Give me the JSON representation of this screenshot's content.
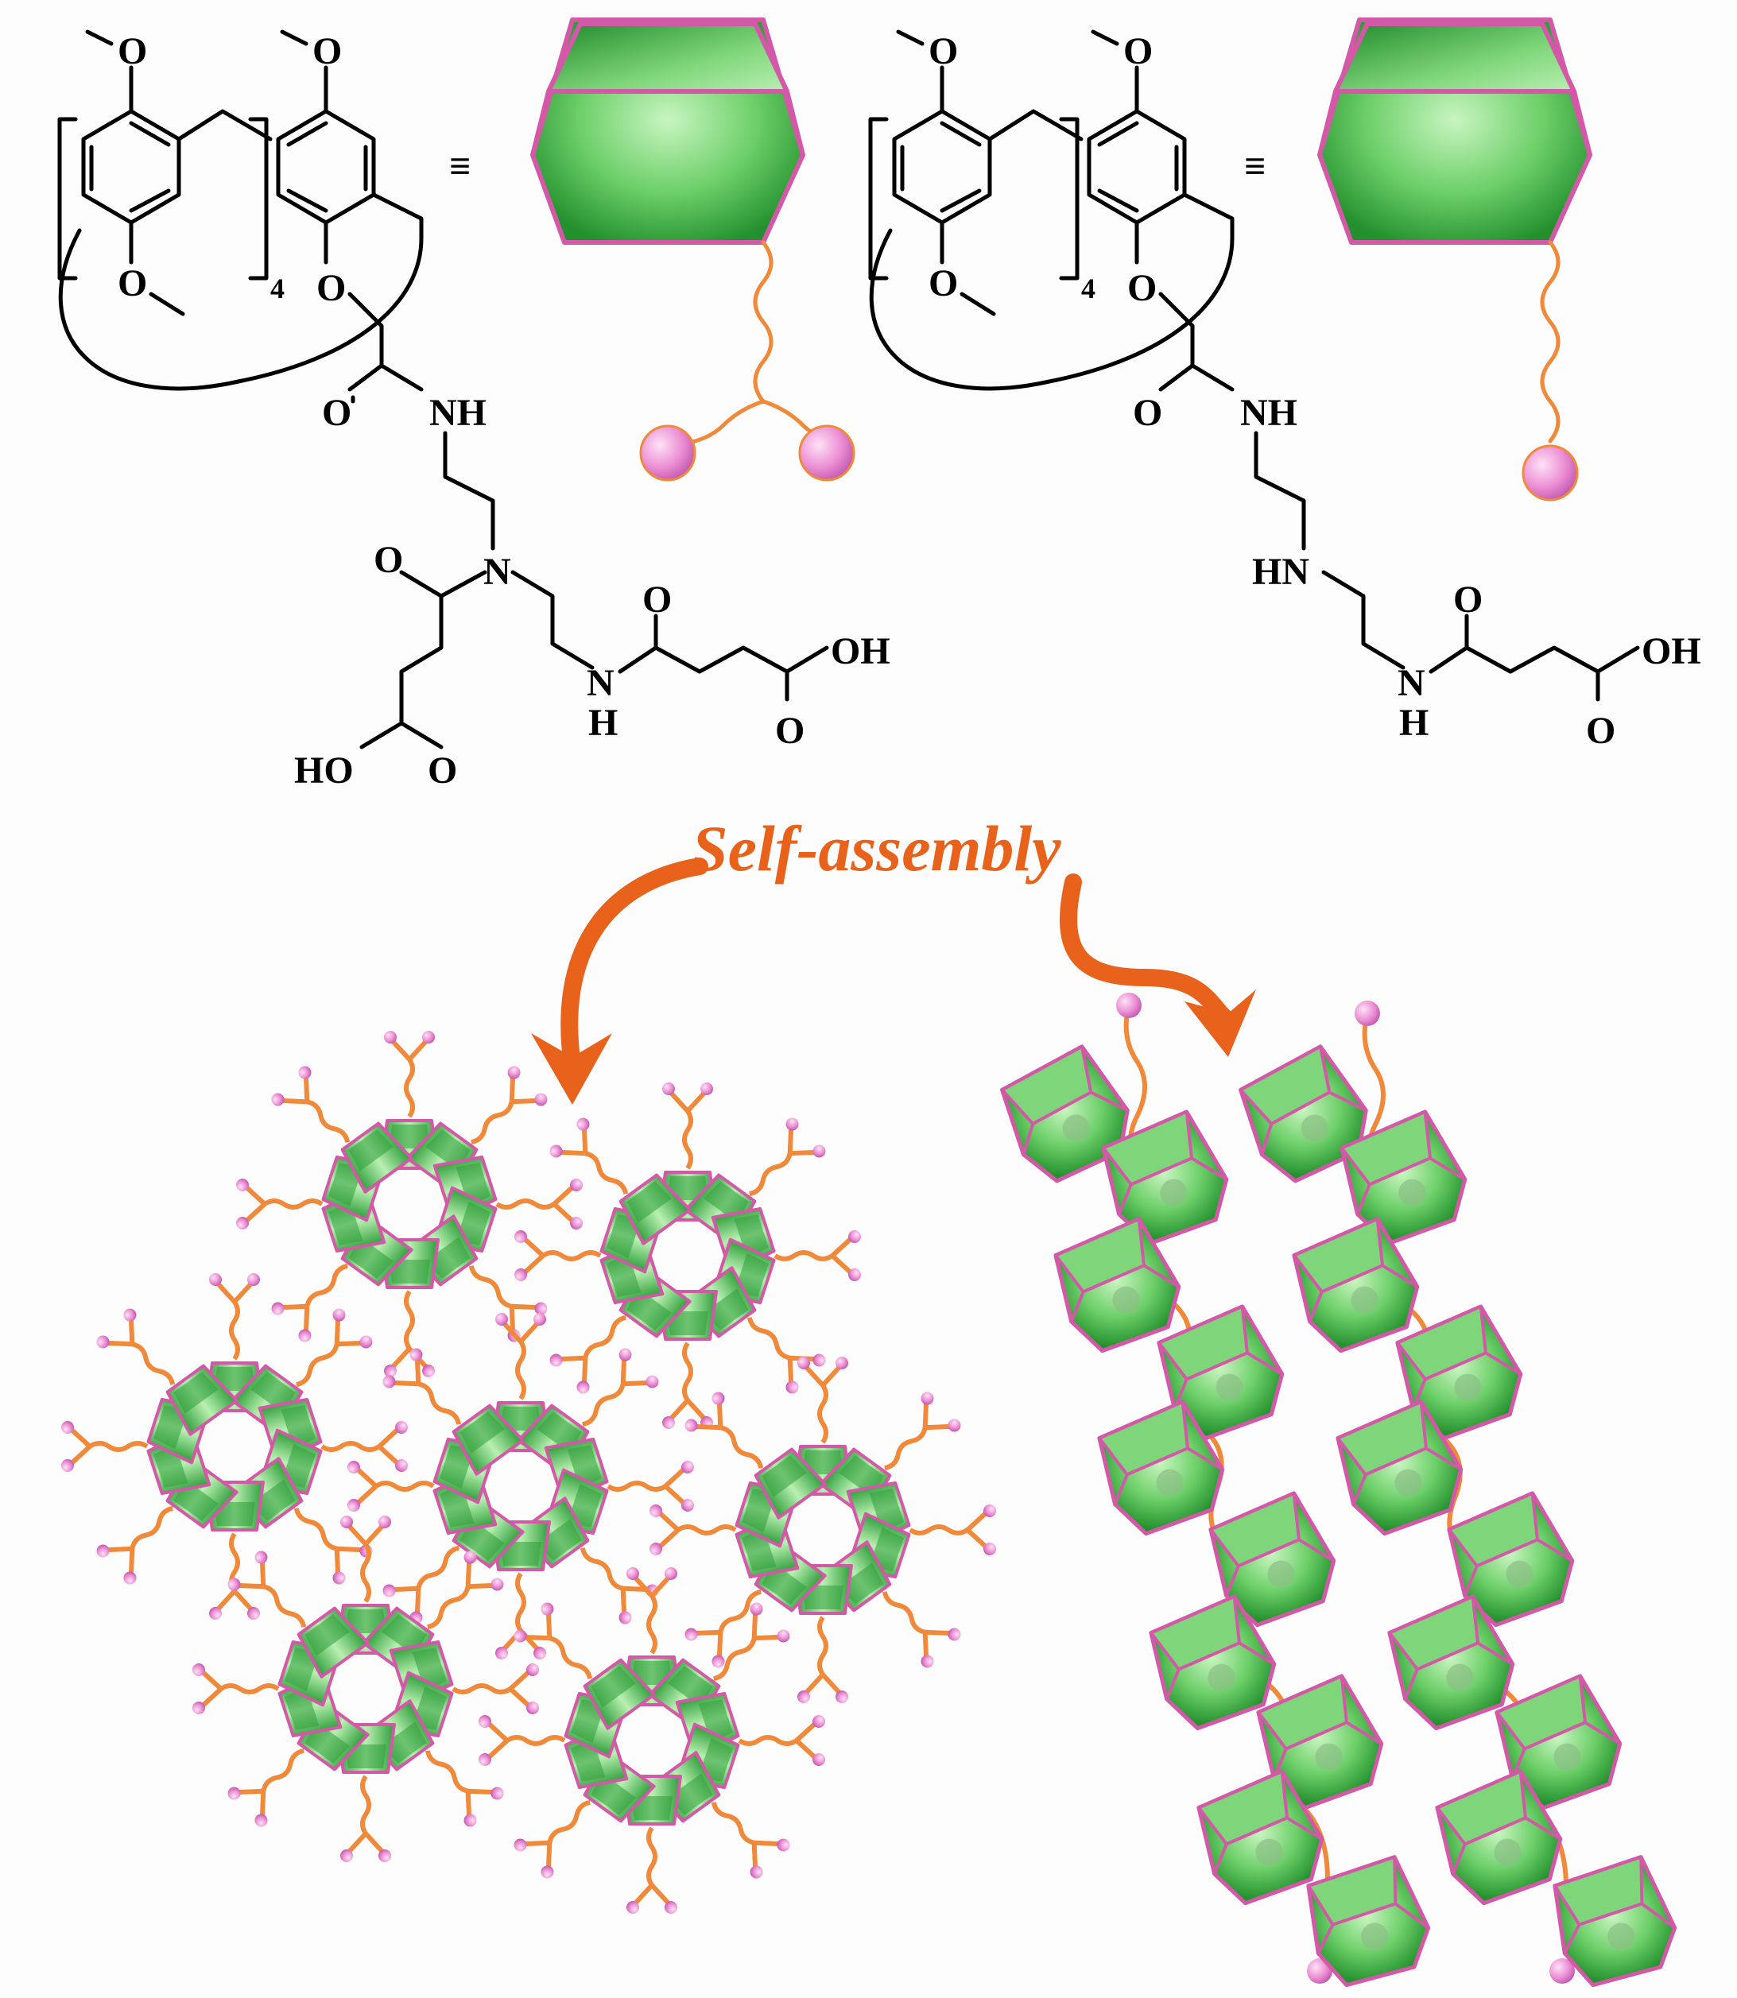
{
  "labels": {
    "repeat_count": "4",
    "equivalence_symbol": "≡",
    "self_assembly": "Self-assembly"
  },
  "molecule_left": {
    "atoms": {
      "o1": "O",
      "o2": "O",
      "o3": "O",
      "o4": "O",
      "o5": "O",
      "nh": "NH",
      "n": "N",
      "o6": "O",
      "n2": "N",
      "h": "H",
      "o7": "O",
      "oh": "OH",
      "o8": "O",
      "ho": "HO",
      "o9": "O"
    }
  },
  "molecule_right": {
    "atoms": {
      "o1": "O",
      "o2": "O",
      "o3": "O",
      "o4": "O",
      "o5": "O",
      "nh": "NH",
      "hn": "HN",
      "n2": "N",
      "h": "H",
      "o7": "O",
      "oh": "OH",
      "o8": "O"
    }
  },
  "colors": {
    "cone_green": "#2f9e3a",
    "cone_light": "#8fdc8f",
    "cone_outline": "#d458a8",
    "chain": "#f0893a",
    "bead": "#e88ad0",
    "arrow": "#e8621c",
    "title_text": "#e8621c"
  }
}
